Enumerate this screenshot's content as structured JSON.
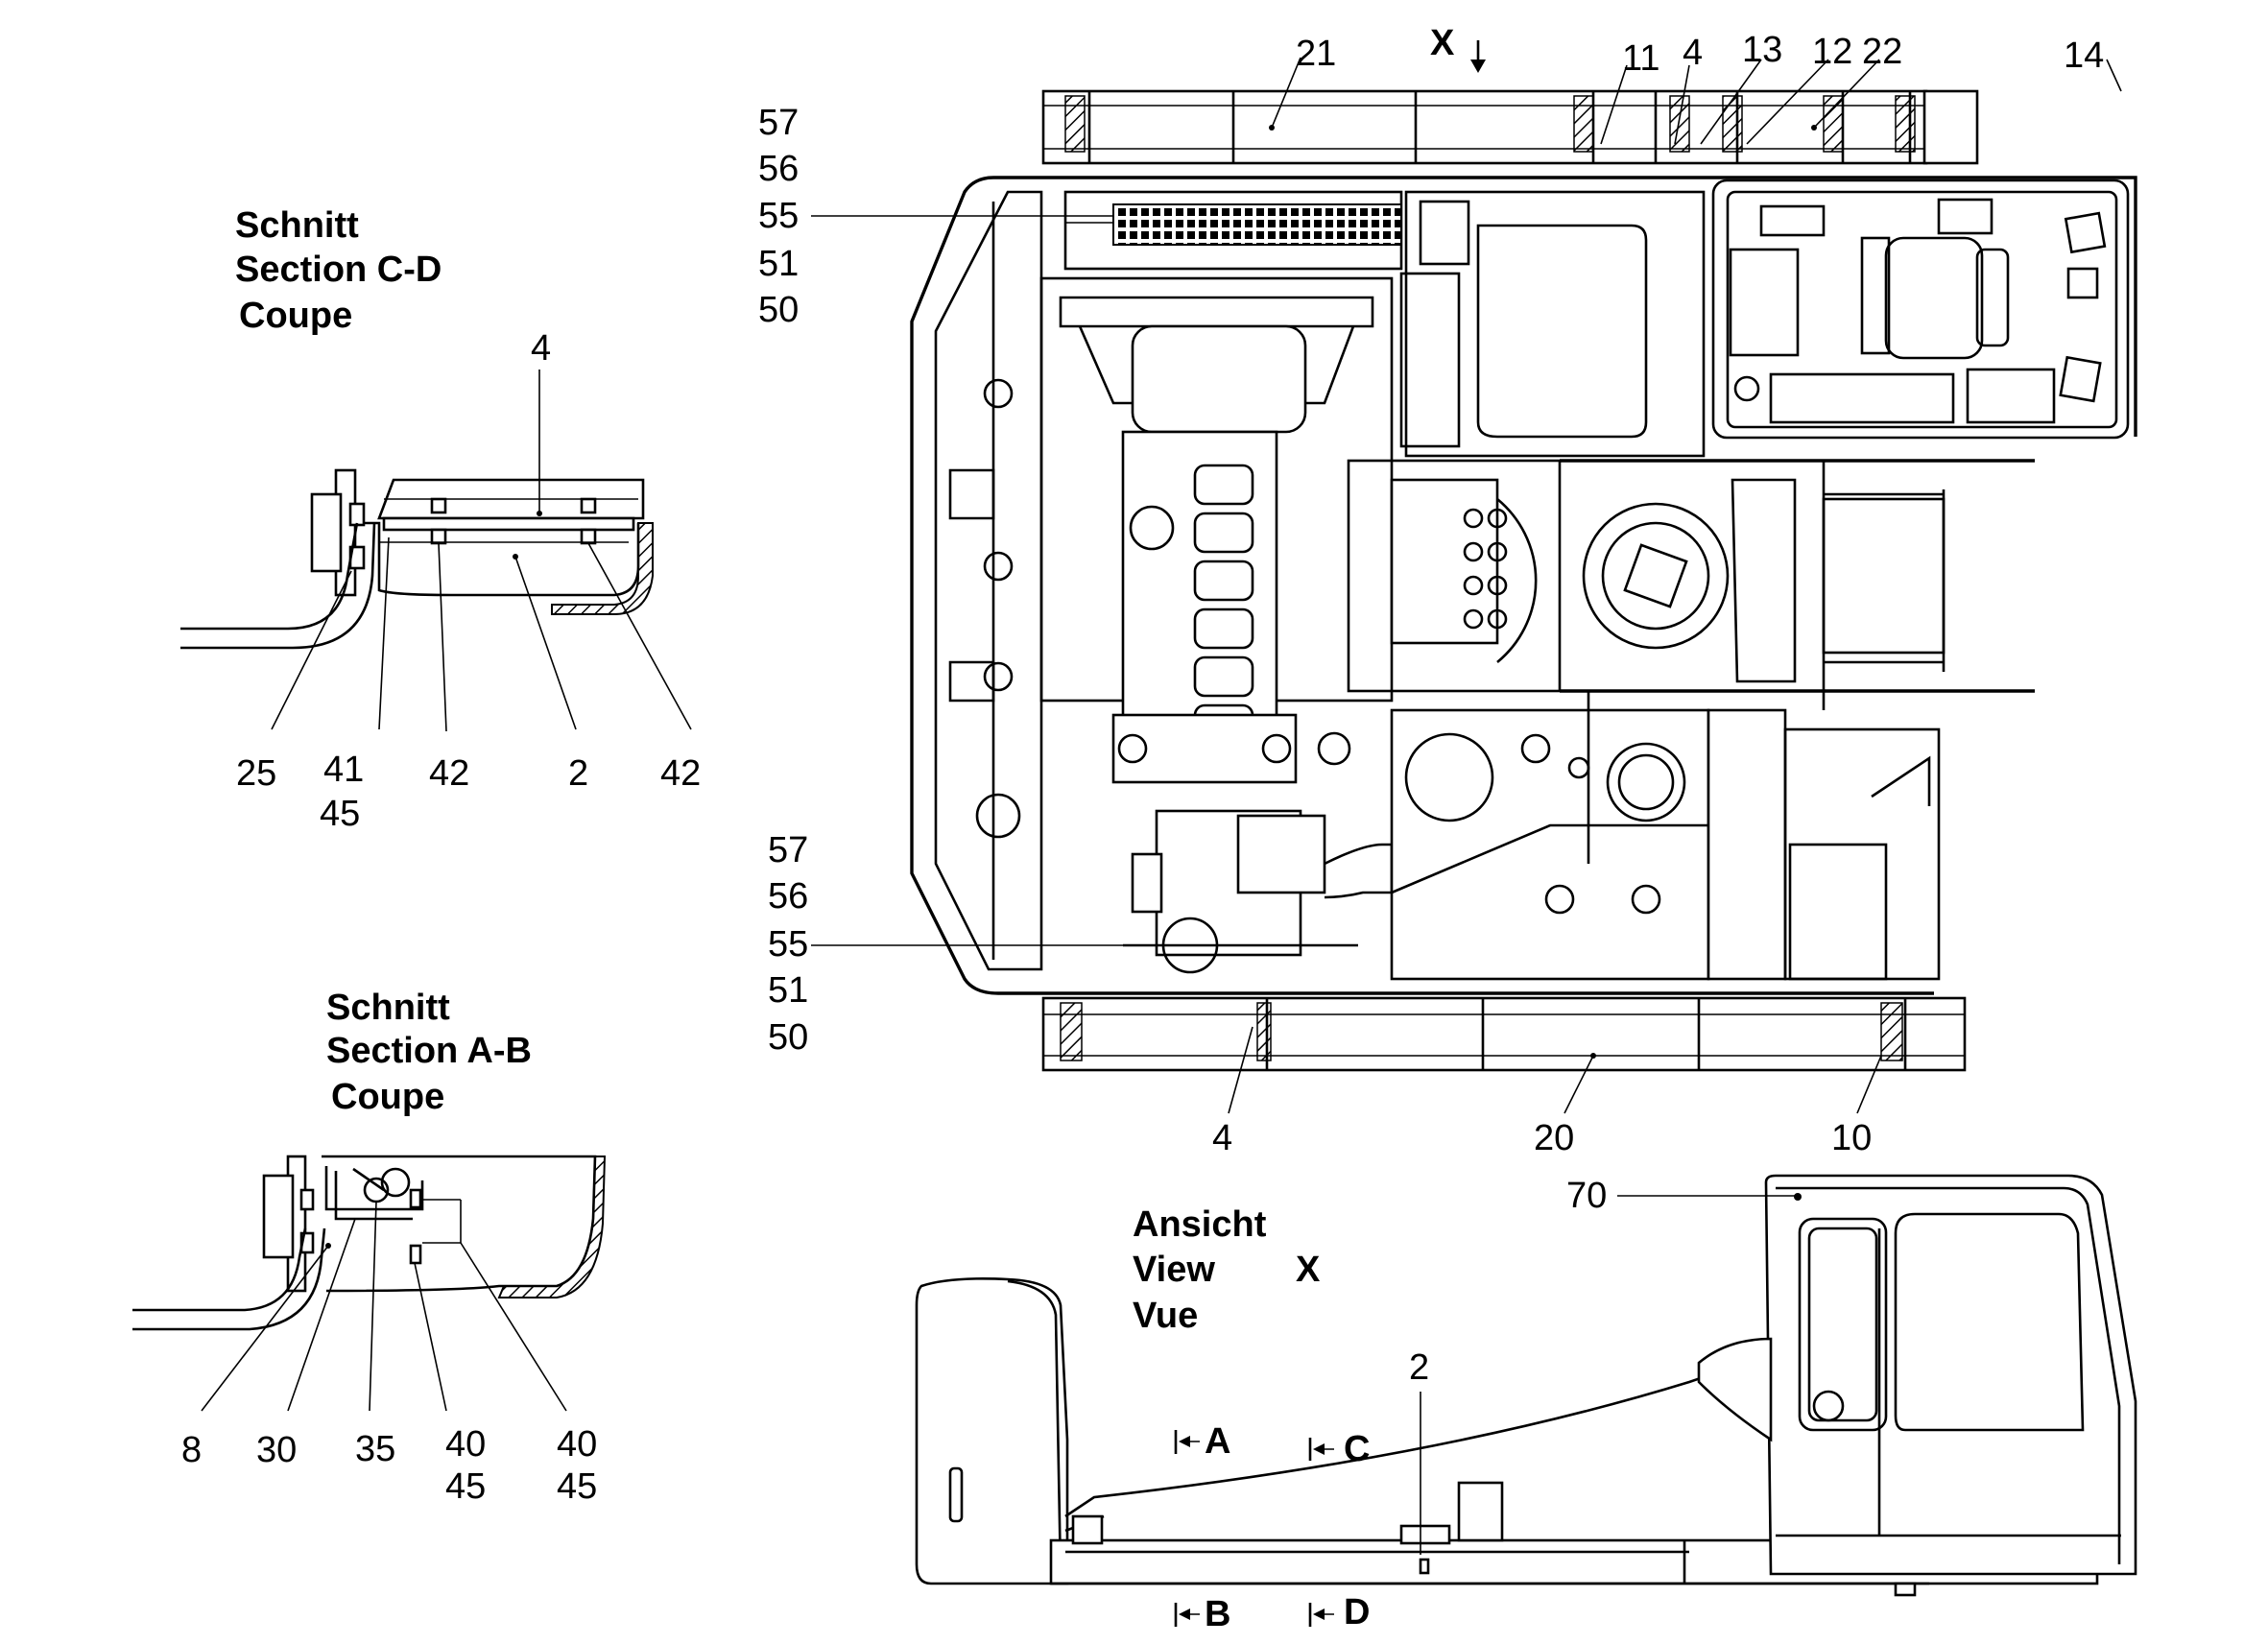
{
  "figure": {
    "background": "#ffffff",
    "ink": "#000000"
  },
  "sections": {
    "cd": {
      "line1": "Schnitt",
      "line2": "Section  C-D",
      "line3": "Coupe"
    },
    "ab": {
      "line1": "Schnitt",
      "line2": "Section  A-B",
      "line3": "Coupe"
    },
    "view_x": {
      "line1": "Ansicht",
      "line2": "View",
      "line3": "Vue",
      "letter": "X"
    }
  },
  "view_marker": "X",
  "cut_markers": [
    "A",
    "C",
    "B",
    "D"
  ],
  "labels": {
    "cd_4": "4",
    "cd_25": "25",
    "cd_41": "41",
    "cd_45": "45",
    "cd_42a": "42",
    "cd_2": "2",
    "cd_42b": "42",
    "ab_8": "8",
    "ab_30": "30",
    "ab_35": "35",
    "ab_40a": "40",
    "ab_45a": "45",
    "ab_40b": "40",
    "ab_45b": "45",
    "top_21": "21",
    "top_11": "11",
    "top_4": "4",
    "top_13": "13",
    "top_12": "12",
    "top_22": "22",
    "top_14": "14",
    "top_57": "57",
    "top_56": "56",
    "top_55": "55",
    "top_51": "51",
    "top_50": "50",
    "mid_57": "57",
    "mid_56": "56",
    "mid_55": "55",
    "mid_51": "51",
    "mid_50": "50",
    "bot_4": "4",
    "bot_20": "20",
    "bot_10": "10",
    "view_70": "70",
    "view_2": "2"
  }
}
